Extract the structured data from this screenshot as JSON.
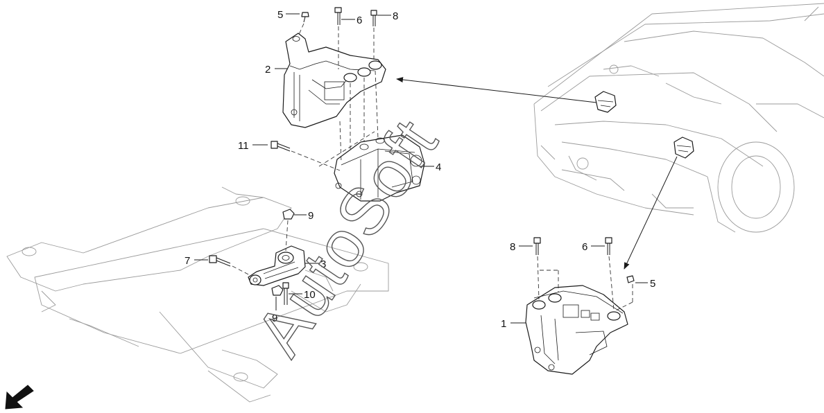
{
  "diagram": {
    "callouts": [
      {
        "id": "c-5-top",
        "label": "5"
      },
      {
        "id": "c-6-top",
        "label": "6"
      },
      {
        "id": "c-8-top",
        "label": "8"
      },
      {
        "id": "c-2",
        "label": "2"
      },
      {
        "id": "c-11",
        "label": "11"
      },
      {
        "id": "c-4",
        "label": "4"
      },
      {
        "id": "c-9-top",
        "label": "9"
      },
      {
        "id": "c-7",
        "label": "7"
      },
      {
        "id": "c-3",
        "label": "3"
      },
      {
        "id": "c-10",
        "label": "10"
      },
      {
        "id": "c-9-bottom",
        "label": "9"
      },
      {
        "id": "c-8-right",
        "label": "8"
      },
      {
        "id": "c-6-right",
        "label": "6"
      },
      {
        "id": "c-5-right",
        "label": "5"
      },
      {
        "id": "c-1",
        "label": "1"
      }
    ],
    "watermark": "AutoSoft",
    "direction_icon": "front-direction-arrow-icon"
  }
}
